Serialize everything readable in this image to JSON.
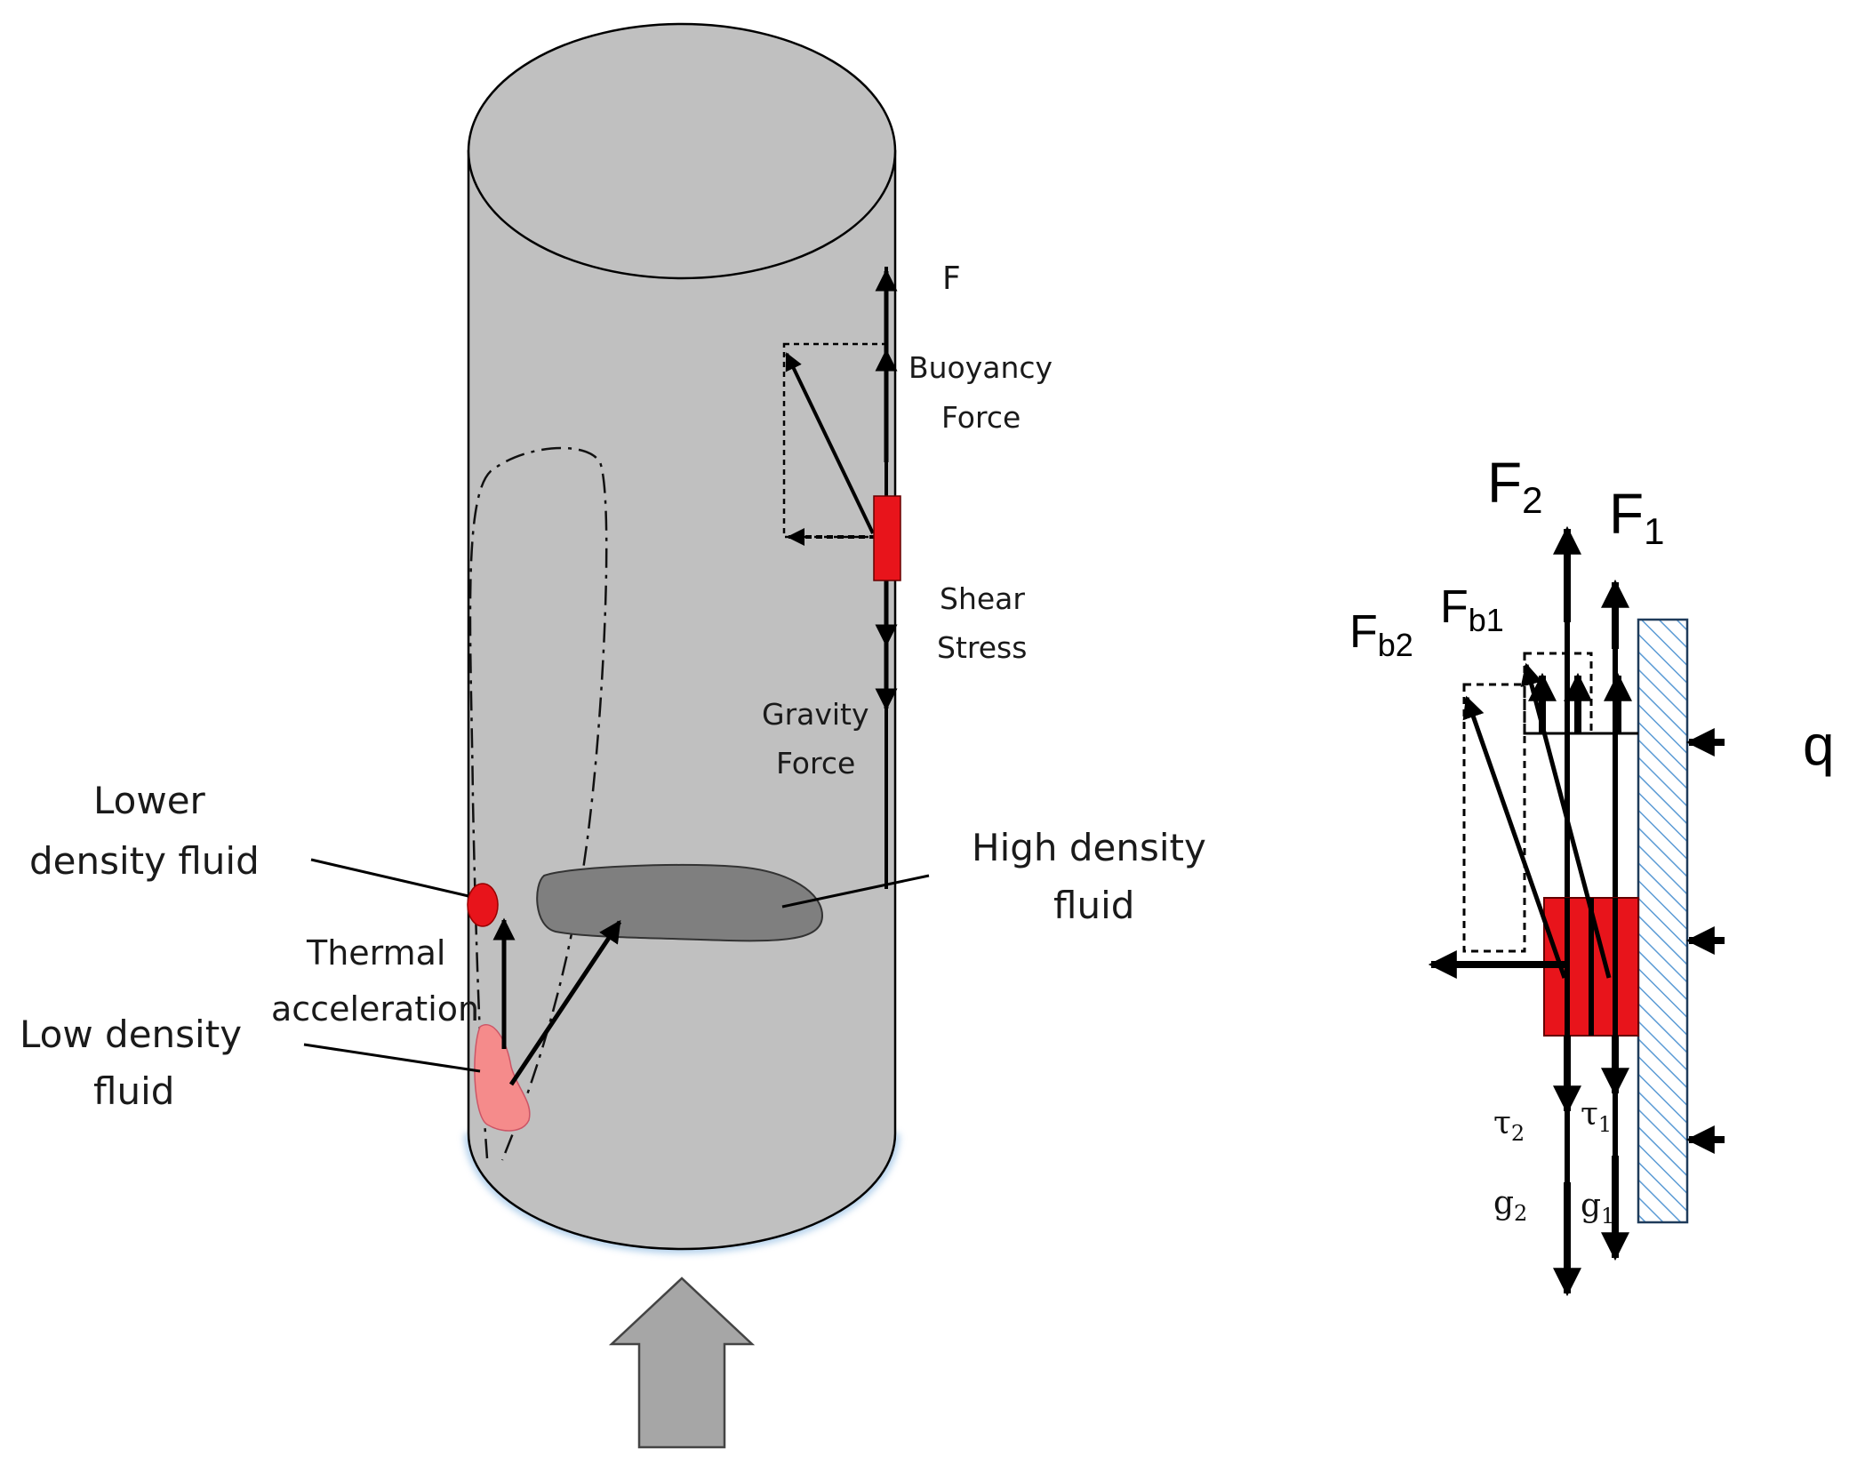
{
  "left_diagram": {
    "labels": {
      "force_top": "F",
      "buoyancy_1": "Buoyancy",
      "buoyancy_2": "Force",
      "shear_1": "Shear",
      "shear_2": "Stress",
      "gravity_1": "Gravity",
      "gravity_2": "Force",
      "lower_density_1": "Lower",
      "lower_density_2": "density fluid",
      "thermal_1": "Thermal",
      "thermal_2": "acceleration",
      "low_density_1": "Low density",
      "low_density_2": "fluid",
      "high_density_1": "High density",
      "high_density_2": "fluid"
    },
    "colors": {
      "cylinder_fill": "#c0c0c0",
      "element_red": "#e8141b",
      "low_density_pink": "#f58b8b",
      "high_density_gray": "#7f7f7f",
      "flow_arrow_gray": "#a6a6a6"
    }
  },
  "right_diagram": {
    "labels": {
      "f2": "F",
      "f2_sub": "2",
      "f1": "F",
      "f1_sub": "1",
      "fb2": "F",
      "fb2_sub": "b2",
      "fb1": "F",
      "fb1_sub": "b1",
      "q": "q",
      "tau2": "τ",
      "tau2_sub": "2",
      "tau1": "τ",
      "tau1_sub": "1",
      "g2": "g",
      "g2_sub": "2",
      "g1": "g",
      "g1_sub": "1"
    },
    "colors": {
      "wall_hatch": "#5b9bd5",
      "element_red": "#e8141b"
    }
  }
}
